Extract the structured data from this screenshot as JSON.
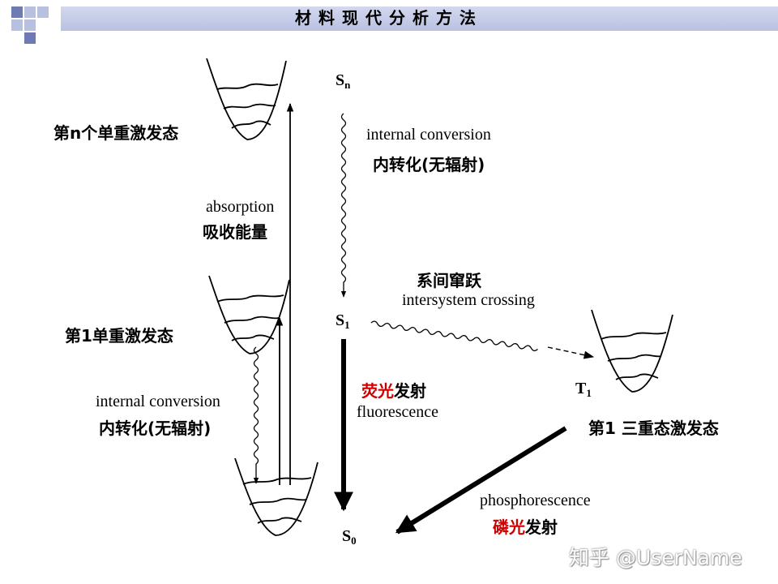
{
  "header": {
    "title": "材料现代分析方法"
  },
  "states": {
    "sn": "S",
    "sn_sub": "n",
    "s1": "S",
    "s1_sub": "1",
    "s0": "S",
    "s0_sub": "0",
    "t1": "T",
    "t1_sub": "1"
  },
  "labels": {
    "nth_singlet": "第n个单重激发态",
    "first_singlet": "第1单重激发态",
    "first_triplet": "第1 三重态激发态",
    "absorption_en": "absorption",
    "absorption_cn": "吸收能量",
    "ic_top_en": "internal conversion",
    "ic_top_cn": "内转化(无辐射)",
    "ic_left_en": "internal conversion",
    "ic_left_cn": "内转化(无辐射)",
    "isc_cn": "系间窜跃",
    "isc_en": "intersystem crossing",
    "fluor_cn_red": "荧光",
    "fluor_cn_rest": "发射",
    "fluor_en": "fluorescence",
    "phos_en": "phosphorescence",
    "phos_cn_red": "磷光",
    "phos_cn_rest": "发射"
  },
  "watermark": "知乎 @UserName"
}
